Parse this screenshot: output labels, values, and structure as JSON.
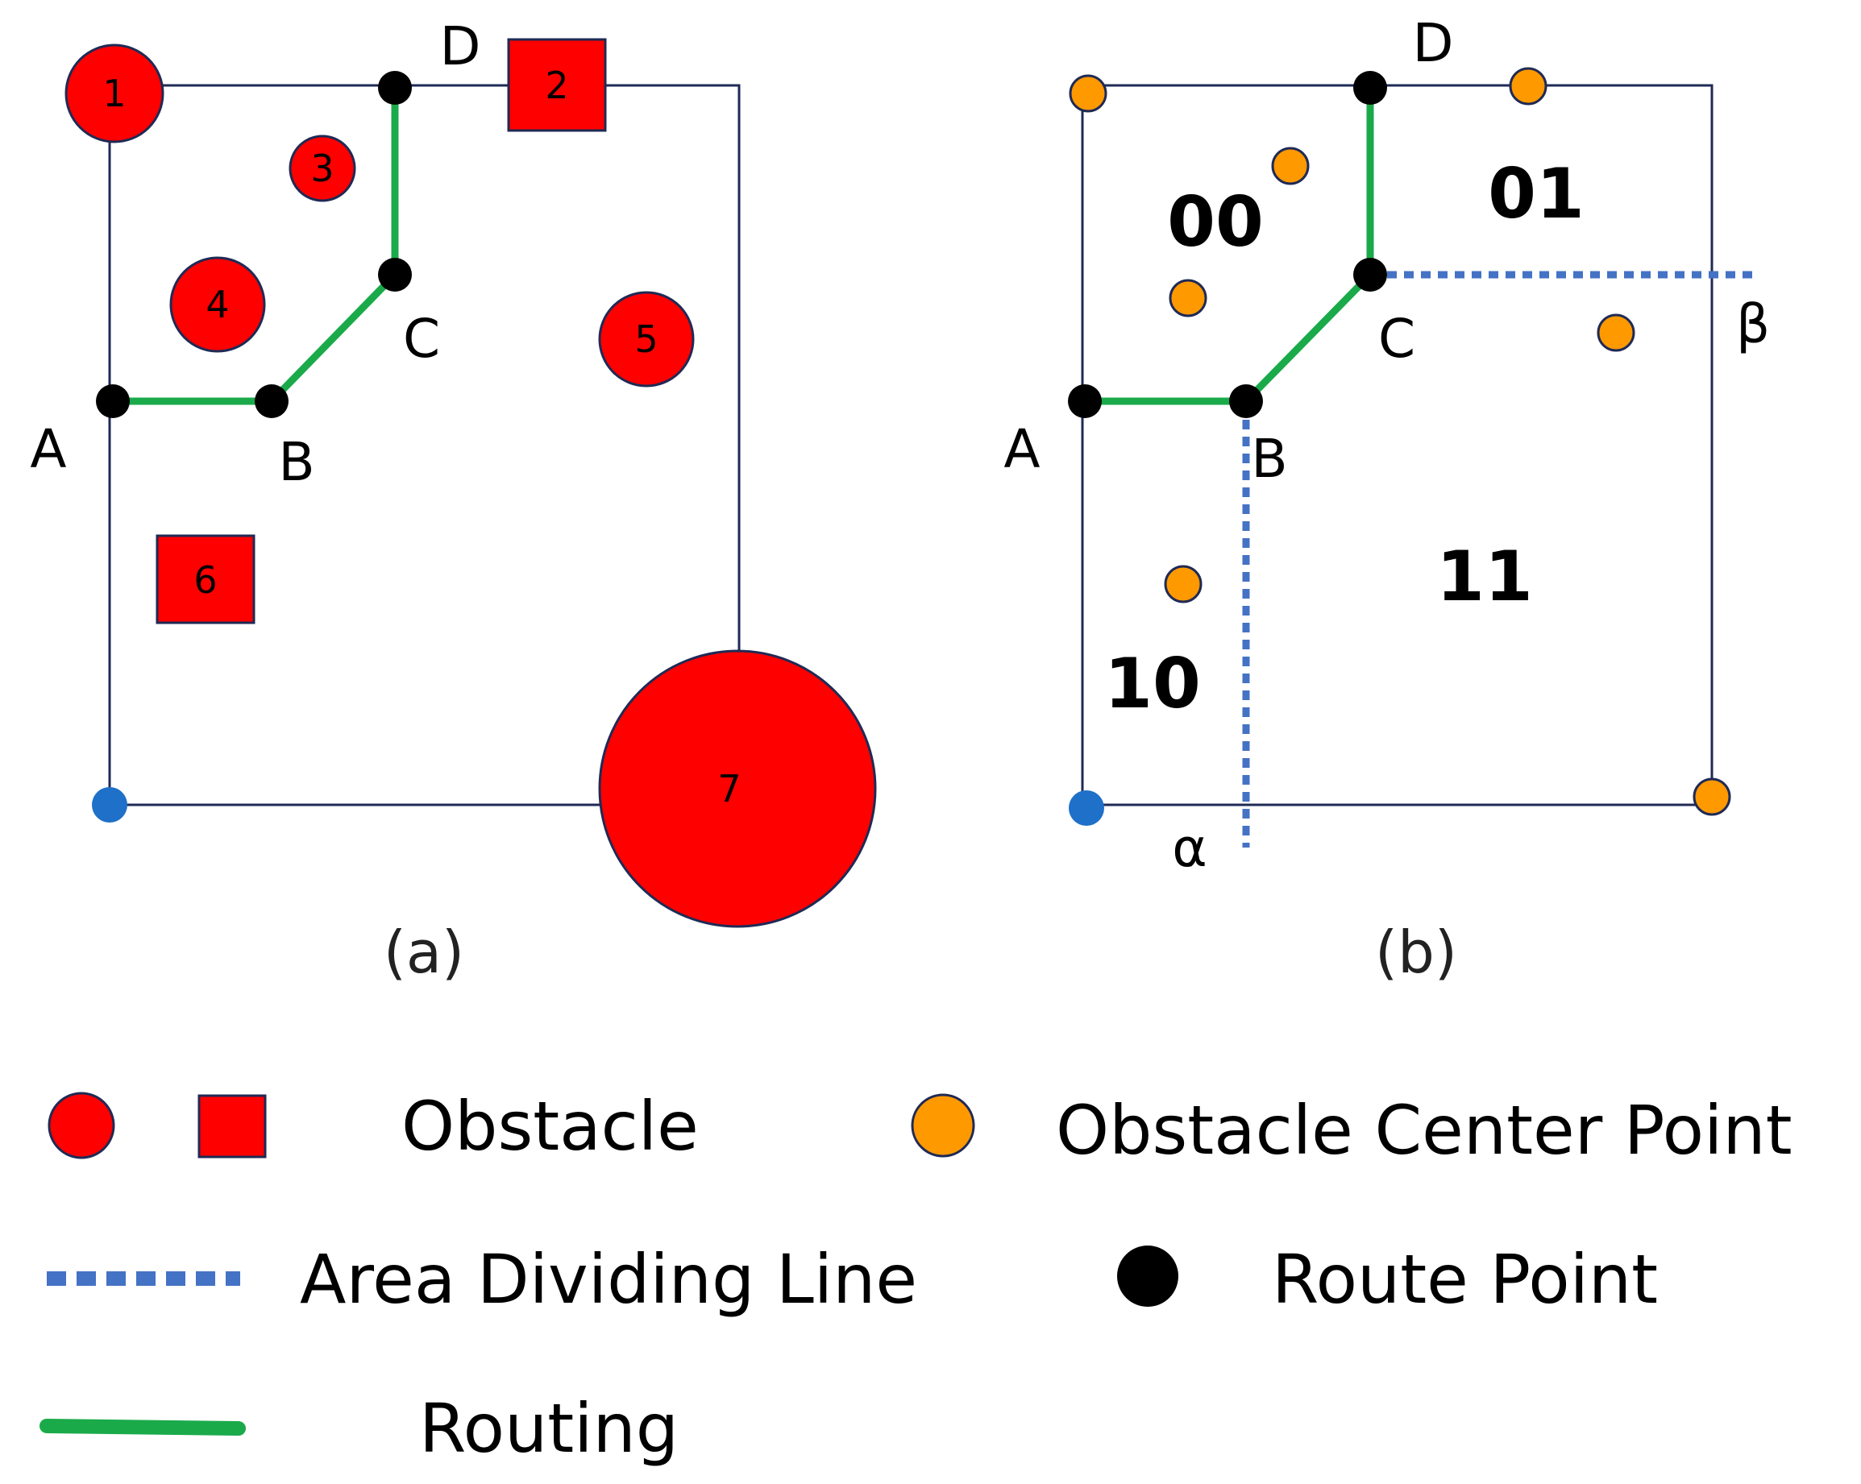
{
  "panel_a": {
    "caption": "(a)",
    "route_labels": [
      "A",
      "B",
      "C",
      "D"
    ],
    "obstacles": [
      "1",
      "2",
      "3",
      "4",
      "5",
      "6",
      "7"
    ]
  },
  "panel_b": {
    "caption": "(b)",
    "route_labels": [
      "A",
      "B",
      "C",
      "D"
    ],
    "regions": [
      "00",
      "01",
      "10",
      "11"
    ],
    "dividers": [
      "α",
      "β"
    ]
  },
  "legend": {
    "obstacle": "Obstacle",
    "obstacle_center": "Obstacle Center Point",
    "area_divider": "Area Dividing Line",
    "route_point": "Route Point",
    "routing": "Routing"
  },
  "colors": {
    "obstacle": "#ff0000",
    "obstacle_center": "#ff9900",
    "route_point": "#000000",
    "routing": "#1aaa4a",
    "divider": "#4472c4",
    "border": "#1f2a55",
    "origin": "#1e70c8"
  }
}
